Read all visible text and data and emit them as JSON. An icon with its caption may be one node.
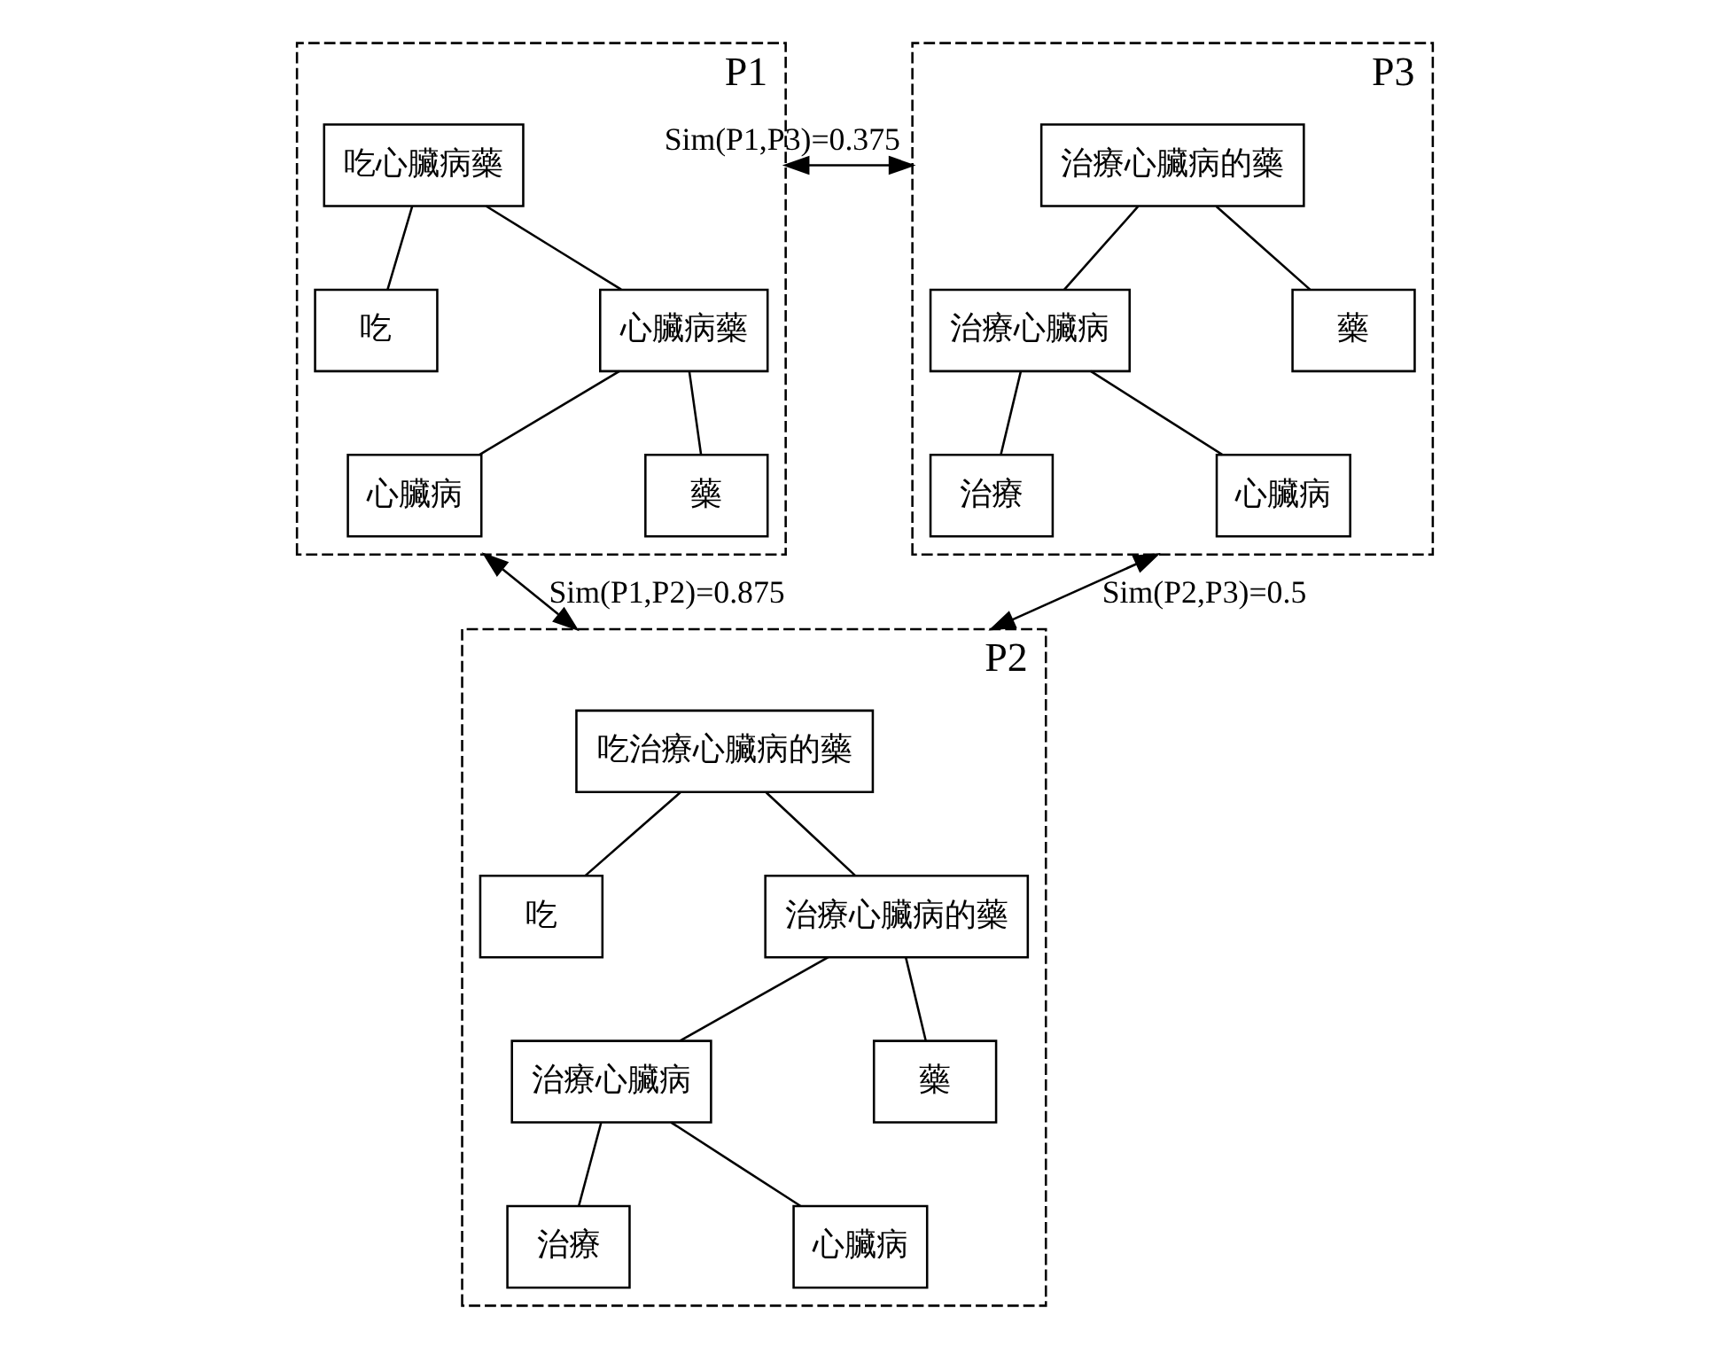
{
  "diagram": {
    "nodes": [
      {
        "text": [
          "P1"
        ]
      },
      {
        "text": [
          "吃心臟病藥"
        ],
        "in": 0
      },
      {
        "text": [
          "吃"
        ],
        "in": 0
      },
      {
        "text": [
          "心臟病藥"
        ],
        "in": 0
      },
      {
        "text": [
          "心臟病"
        ],
        "in": 0
      },
      {
        "text": [
          "藥"
        ],
        "in": 0
      },
      {
        "text": [
          "P3"
        ]
      },
      {
        "text": [
          "治療心臟病的藥"
        ],
        "in": 6
      },
      {
        "text": [
          "治療心臟病"
        ],
        "in": 6
      },
      {
        "text": [
          "藥"
        ],
        "in": 6
      },
      {
        "text": [
          "治療"
        ],
        "in": 6
      },
      {
        "text": [
          "心臟病"
        ],
        "in": 6
      },
      {
        "text": [
          "P2"
        ]
      },
      {
        "text": [
          "吃治療心臟病的藥"
        ],
        "in": 12
      },
      {
        "text": [
          "吃"
        ],
        "in": 12
      },
      {
        "text": [
          "治療心臟病的藥"
        ],
        "in": 12
      },
      {
        "text": [
          "治療心臟病"
        ],
        "in": 12
      },
      {
        "text": [
          "藥"
        ],
        "in": 12
      },
      {
        "text": [
          "治療"
        ],
        "in": 12
      },
      {
        "text": [
          "心臟病"
        ],
        "in": 12
      }
    ],
    "edges": [
      {
        "from": 1,
        "to": 2,
        "arrow": "none"
      },
      {
        "from": 1,
        "to": 3,
        "arrow": "none"
      },
      {
        "from": 3,
        "to": 4,
        "arrow": "none"
      },
      {
        "from": 3,
        "to": 5,
        "arrow": "none"
      },
      {
        "from": 7,
        "to": 8,
        "arrow": "none"
      },
      {
        "from": 7,
        "to": 9,
        "arrow": "none"
      },
      {
        "from": 8,
        "to": 10,
        "arrow": "none"
      },
      {
        "from": 8,
        "to": 11,
        "arrow": "none"
      },
      {
        "from": 13,
        "to": 14,
        "arrow": "none"
      },
      {
        "from": 13,
        "to": 15,
        "arrow": "none"
      },
      {
        "from": 15,
        "to": 16,
        "arrow": "none"
      },
      {
        "from": 15,
        "to": 17,
        "arrow": "none"
      },
      {
        "from": 16,
        "to": 18,
        "arrow": "none"
      },
      {
        "from": 16,
        "to": 19,
        "arrow": "none"
      },
      {
        "from": 0,
        "to": 6,
        "label": "Sim(P1,P3)=0.375",
        "arrow": "both"
      },
      {
        "from": 0,
        "to": 12,
        "label": "Sim(P1,P2)=0.875",
        "arrow": "both"
      },
      {
        "from": 12,
        "to": 6,
        "label": "Sim(P2,P3)=0.5",
        "arrow": "both"
      }
    ]
  }
}
